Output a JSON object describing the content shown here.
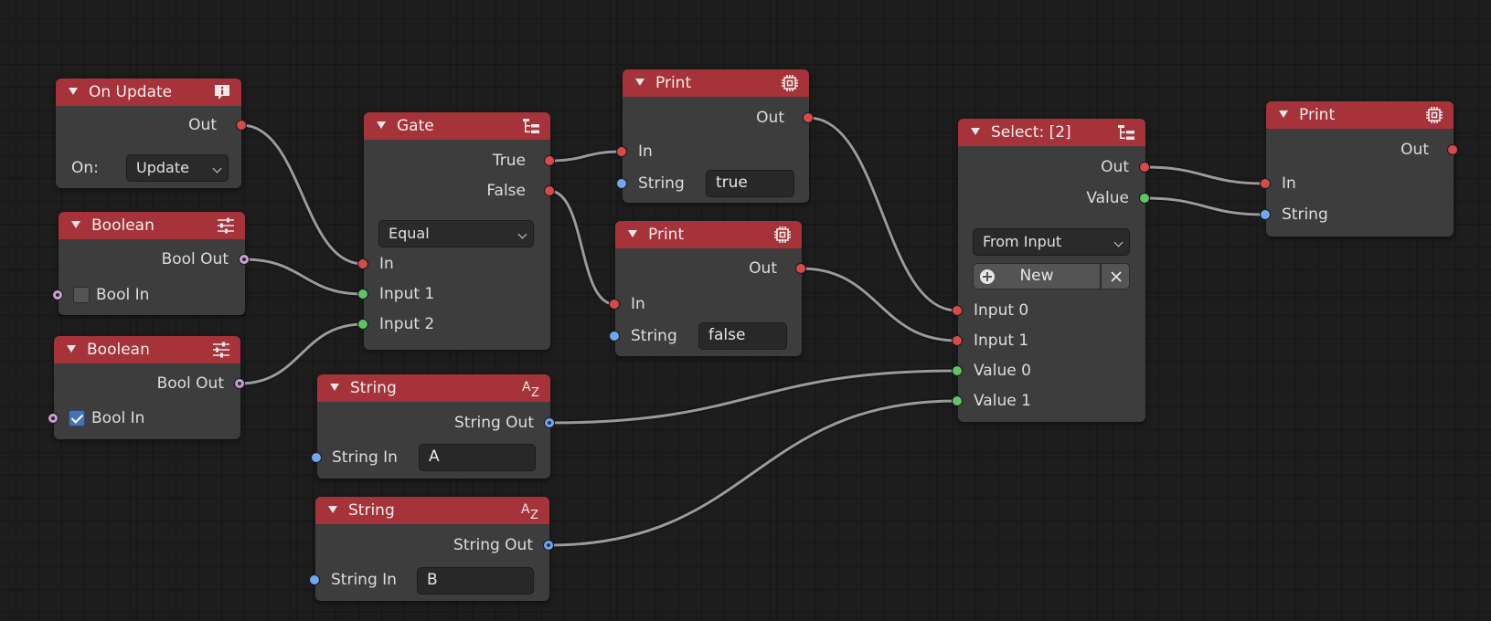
{
  "colors": {
    "header": "#a6323a",
    "node_body": "#3d3d3d",
    "socket_exec": "#d84a4a",
    "socket_bool": "#5fc464",
    "socket_string": "#6ea8f0",
    "socket_boolean_data": "#c9a0d6",
    "wire": "#9a9a9a"
  },
  "nodes": {
    "on_update": {
      "title": "On Update",
      "icon": "info-icon",
      "out": "Out",
      "on_label": "On:",
      "on_value": "Update"
    },
    "boolean1": {
      "title": "Boolean",
      "icon": "sliders-icon",
      "out": "Bool Out",
      "in": "Bool In",
      "checked": false
    },
    "boolean2": {
      "title": "Boolean",
      "icon": "sliders-icon",
      "out": "Bool Out",
      "in": "Bool In",
      "checked": true
    },
    "gate": {
      "title": "Gate",
      "icon": "tree-icon",
      "out_true": "True",
      "out_false": "False",
      "mode": "Equal",
      "in": "In",
      "input1": "Input 1",
      "input2": "Input 2"
    },
    "print_true": {
      "title": "Print",
      "icon": "chip-icon",
      "out": "Out",
      "in": "In",
      "string": "String",
      "value": "true"
    },
    "print_false": {
      "title": "Print",
      "icon": "chip-icon",
      "out": "Out",
      "in": "In",
      "string": "String",
      "value": "false"
    },
    "string_a": {
      "title": "String",
      "icon": "az-icon",
      "out": "String Out",
      "in": "String In",
      "value": "A"
    },
    "string_b": {
      "title": "String",
      "icon": "az-icon",
      "out": "String Out",
      "in": "String In",
      "value": "B"
    },
    "select": {
      "title": "Select: [2]",
      "icon": "tree-icon",
      "out": "Out",
      "value_out": "Value",
      "mode": "From Input",
      "new_label": "New",
      "input0": "Input 0",
      "input1": "Input 1",
      "value0": "Value 0",
      "value1": "Value 1"
    },
    "print_final": {
      "title": "Print",
      "icon": "chip-icon",
      "out": "Out",
      "in": "In",
      "string": "String"
    }
  },
  "links": [
    {
      "from": "on_update.out",
      "to": "gate.in",
      "color": "#9a9a9a"
    },
    {
      "from": "boolean1.out",
      "to": "gate.input1",
      "color": "#9a9a9a"
    },
    {
      "from": "boolean2.out",
      "to": "gate.input2",
      "color": "#9a9a9a"
    },
    {
      "from": "gate.true",
      "to": "print_true.in",
      "color": "#9a9a9a"
    },
    {
      "from": "gate.false",
      "to": "print_false.in",
      "color": "#9a9a9a"
    },
    {
      "from": "print_true.out",
      "to": "select.input0",
      "color": "#9a9a9a"
    },
    {
      "from": "print_false.out",
      "to": "select.input1",
      "color": "#9a9a9a"
    },
    {
      "from": "string_a.out",
      "to": "select.value0",
      "color": "#9a9a9a"
    },
    {
      "from": "string_b.out",
      "to": "select.value1",
      "color": "#9a9a9a"
    },
    {
      "from": "select.out",
      "to": "print_final.in",
      "color": "#9a9a9a"
    },
    {
      "from": "select.value",
      "to": "print_final.string",
      "color": "#9a9a9a"
    }
  ]
}
